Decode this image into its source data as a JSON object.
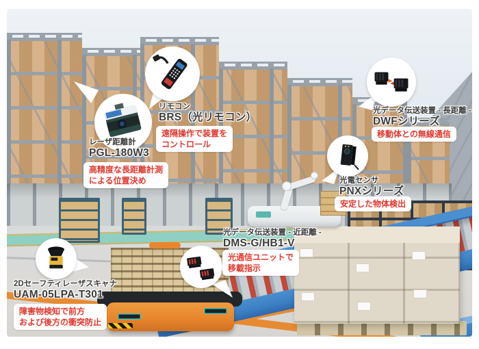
{
  "scene_label": "自動倉庫(立体倉庫)イラスト",
  "colors": {
    "caption_red": "#e0382e",
    "label_dark": "#3d3d3d",
    "bubble_white": "#ffffff",
    "agv_orange": "#e8862d",
    "conveyor_blue": "#3d80c4",
    "walkway_teal": "#8fd0c2",
    "carton_beige": "#d0a677",
    "rack_gray": "#99a1a8"
  },
  "callouts": [
    {
      "id": "pgl",
      "icon": "laser-rangefinder-icon",
      "product_line": "レーザ距離計",
      "model": "PGL-180W3",
      "caption_line1": "高精度な長距離計測",
      "caption_line2": "による位置決め"
    },
    {
      "id": "brs",
      "icon": "remote-control-icon",
      "product_line": "リモコン",
      "model": "BRS（光リモコン）",
      "caption_line1": "遠隔操作で装置を",
      "caption_line2": "コントロール"
    },
    {
      "id": "dwf",
      "icon": "optical-transceiver-pair-icon",
      "product_line": "光データ伝送装置 - 長距離 -",
      "model": "DWFシリーズ",
      "caption_line1": "移動体との無線通信",
      "caption_line2": ""
    },
    {
      "id": "pnx",
      "icon": "photoelectric-sensor-icon",
      "product_line": "光電センサ",
      "model": "PNXシリーズ",
      "caption_line1": "安定した物体検出",
      "caption_line2": ""
    },
    {
      "id": "dms",
      "icon": "optical-data-unit-pair-icon",
      "product_line": "光データ伝送装置 - 近距離 -",
      "model": "DMS-G/HB1-V",
      "caption_line1": "光通信ユニットで",
      "caption_line2": "移載指示"
    },
    {
      "id": "uam",
      "icon": "safety-laser-scanner-icon",
      "product_line": "2Dセーフティレーザスキャナ",
      "model": "UAM-05LPA-T301",
      "caption_line1": "障害物検知で前方",
      "caption_line2": "および後方の衝突防止"
    }
  ]
}
